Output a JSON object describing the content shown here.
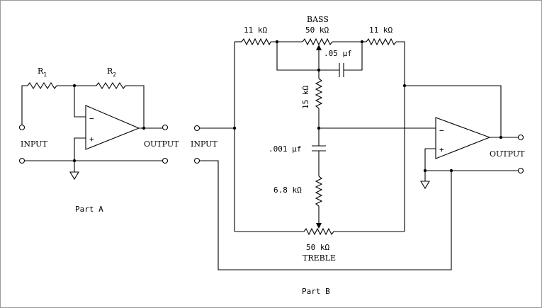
{
  "part_a": {
    "caption": "Part A",
    "r1": {
      "main": "R",
      "sub": "1"
    },
    "r2": {
      "main": "R",
      "sub": "2"
    },
    "input_label": "INPUT",
    "output_label": "OUTPUT",
    "minus": "−",
    "plus": "+"
  },
  "part_b": {
    "caption": "Part B",
    "bass": "BASS",
    "treble": "TREBLE",
    "r_top_left": "11 kΩ",
    "pot_bass": "50 kΩ",
    "r_top_right": "11 kΩ",
    "cap_bass": ".05 µf",
    "r_15k": "15 kΩ",
    "cap_treble": ".001 µf",
    "r_6k8": "6.8 kΩ",
    "pot_treble": "50 kΩ",
    "input_label": "INPUT",
    "output_label": "OUTPUT",
    "minus": "−",
    "plus": "+"
  }
}
